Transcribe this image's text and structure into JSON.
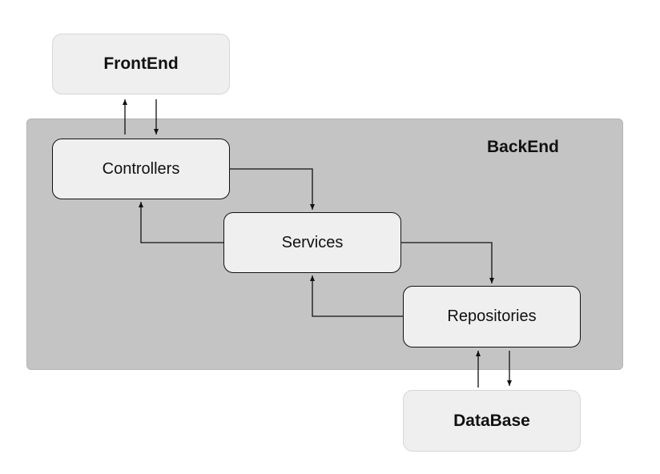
{
  "diagram": {
    "frontend": {
      "label": "FrontEnd"
    },
    "backend": {
      "label": "BackEnd"
    },
    "controllers": {
      "label": "Controllers"
    },
    "services": {
      "label": "Services"
    },
    "repositories": {
      "label": "Repositories"
    },
    "database": {
      "label": "DataBase"
    }
  },
  "colors": {
    "container_fill": "#c4c4c4",
    "node_fill": "#efefef",
    "edge": "#111111"
  }
}
